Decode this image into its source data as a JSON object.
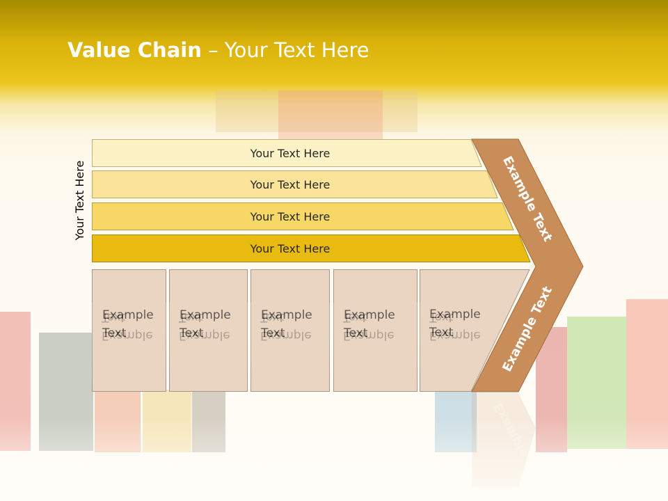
{
  "title": {
    "bold": "Value Chain",
    "rest": " – Your Text Here"
  },
  "side_label": "Your Text Here",
  "bands": [
    {
      "label": "Your Text Here"
    },
    {
      "label": "Your Text Here"
    },
    {
      "label": "Your Text Here"
    },
    {
      "label": "Your Text Here"
    }
  ],
  "boxes": [
    {
      "label": "Example\nText"
    },
    {
      "label": "Example\nText"
    },
    {
      "label": "Example\nText"
    },
    {
      "label": "Example\nText"
    },
    {
      "label": "Example\nText"
    }
  ],
  "chevron": {
    "upper": "Example Text",
    "lower": "Example Text"
  },
  "colors": {
    "band_1": "#fdf2c5",
    "band_2": "#fbe49a",
    "band_3": "#f7d867",
    "band_4": "#e9bb10",
    "chevron": "#c98d5a",
    "box": "#ead5c3"
  }
}
